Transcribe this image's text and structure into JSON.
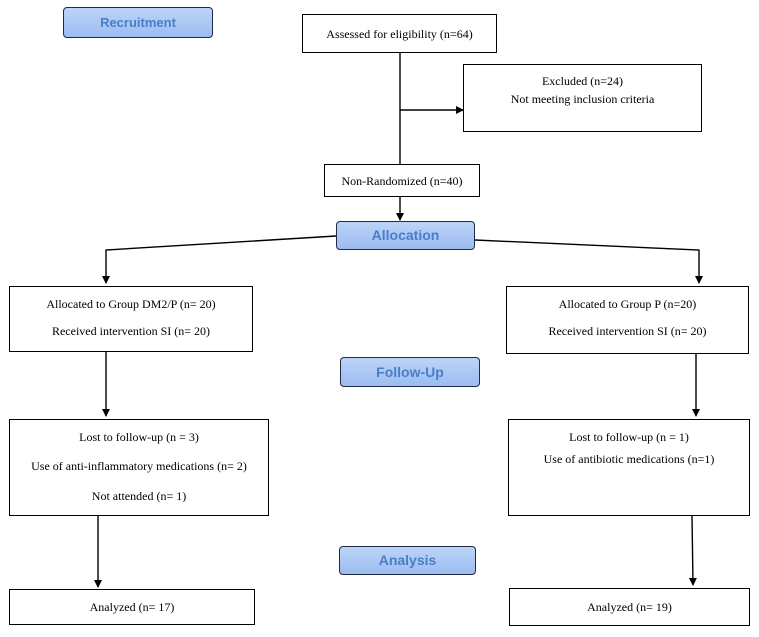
{
  "stages": {
    "recruitment": "Recruitment",
    "allocation": "Allocation",
    "follow_up": "Follow-Up",
    "analysis": "Analysis"
  },
  "enrollment": {
    "assessed": "Assessed for eligibility (n=64)",
    "excluded": "Excluded (n=24)",
    "excluded_reason": "Not meeting inclusion criteria",
    "non_randomized": "Non-Randomized (n=40)"
  },
  "left_arm": {
    "allocated": "Allocated to Group DM2/P (n= 20)",
    "received": "Received intervention SI (n= 20)",
    "lost": "Lost to follow-up (n = 3)",
    "lost_reason_1": "Use of anti-inflammatory medications (n= 2)",
    "lost_reason_2": "Not attended (n= 1)",
    "analyzed": "Analyzed (n= 17)"
  },
  "right_arm": {
    "allocated": "Allocated to Group P (n=20)",
    "received": "Received intervention SI (n= 20)",
    "lost": "Lost to follow-up (n = 1)",
    "lost_reason_1": "Use of antibiotic medications (n=1)",
    "analyzed": "Analyzed (n= 19)"
  },
  "colors": {
    "stage_fill": "#a9c6f3",
    "stage_text": "#4a7ec6",
    "line": "#000000"
  }
}
